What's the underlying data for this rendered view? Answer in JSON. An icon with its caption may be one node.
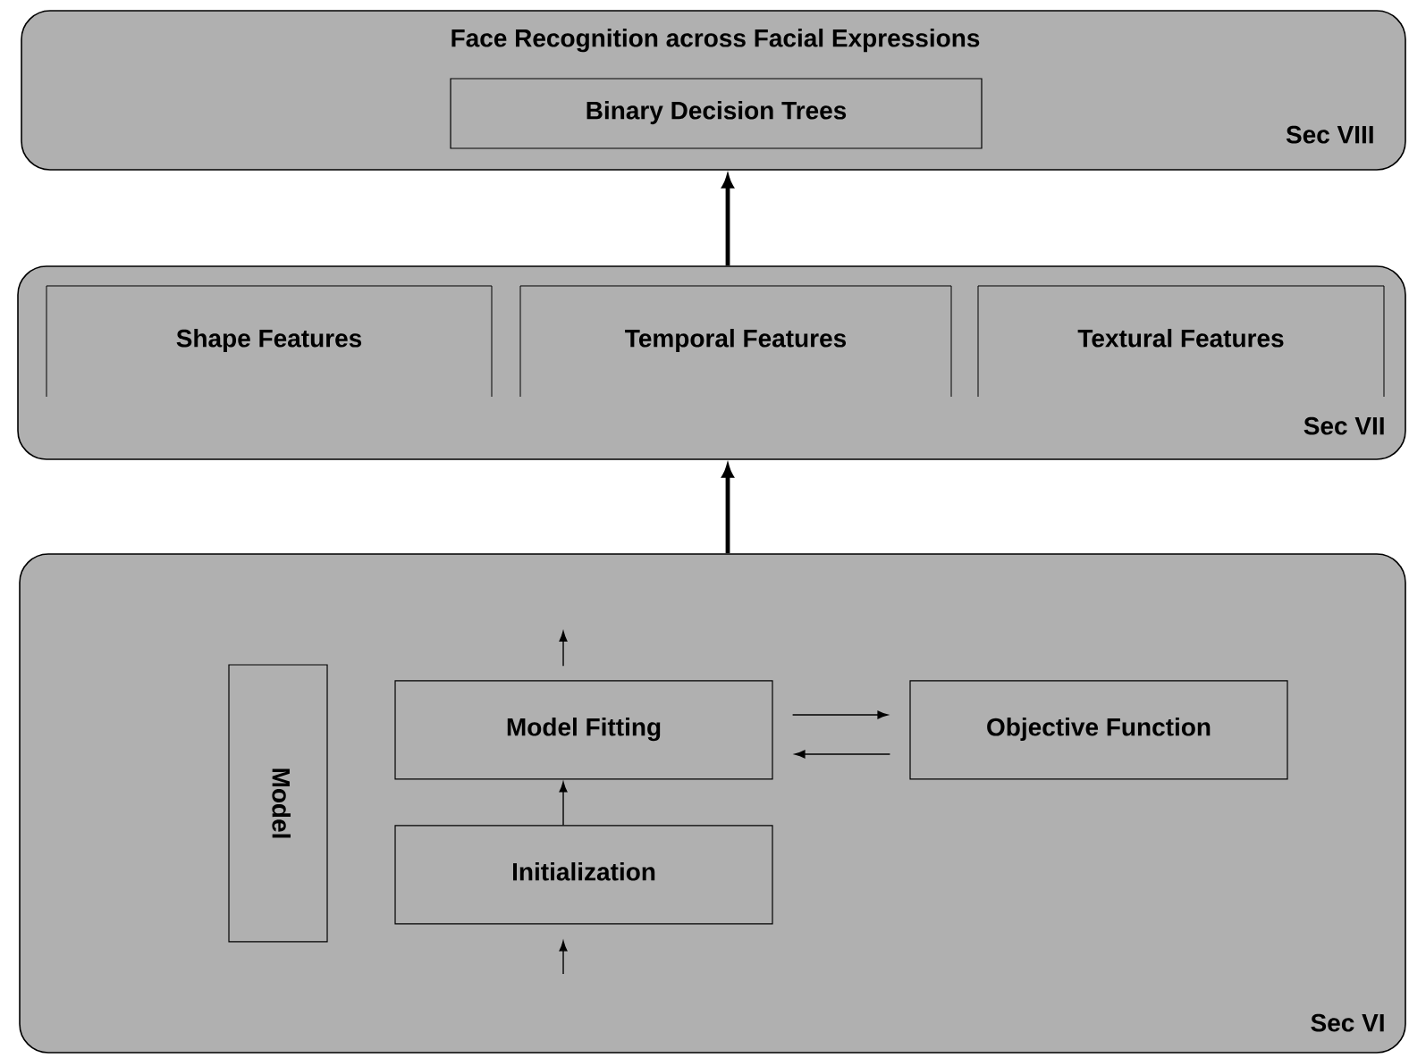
{
  "diagram": {
    "nodes": [
      {
        "text": [
          "Face Recognition across Facial Expressions",
          "Sec VIII"
        ]
      },
      {
        "text": [
          "Binary Decision Trees"
        ],
        "in": 0
      },
      {
        "text": [
          "Sec VII"
        ]
      },
      {
        "text": [
          "Shape Features"
        ],
        "in": 2
      },
      {
        "text": [
          "Temporal Features"
        ],
        "in": 2
      },
      {
        "text": [
          "Textural Features"
        ],
        "in": 2
      },
      {
        "text": [
          "Sec VI"
        ]
      },
      {
        "text": [
          "Model"
        ],
        "in": 6
      },
      {
        "text": [
          "Model Fitting"
        ],
        "in": 6
      },
      {
        "text": [
          "Objective Function"
        ],
        "in": 6
      },
      {
        "text": [
          "Initialization"
        ],
        "in": 6
      }
    ],
    "edges": [
      {
        "from": 2,
        "to": 0,
        "arrow": "to",
        "style": "thick"
      },
      {
        "from": 6,
        "to": 2,
        "arrow": "to",
        "style": "thick"
      },
      {
        "from": null,
        "to": 10,
        "arrow": "to"
      },
      {
        "from": 10,
        "to": 8,
        "arrow": "to"
      },
      {
        "from": 8,
        "to": null,
        "arrow": "to"
      },
      {
        "from": 8,
        "to": 9,
        "arrow": "to"
      },
      {
        "from": 9,
        "to": 8,
        "arrow": "to"
      }
    ]
  }
}
